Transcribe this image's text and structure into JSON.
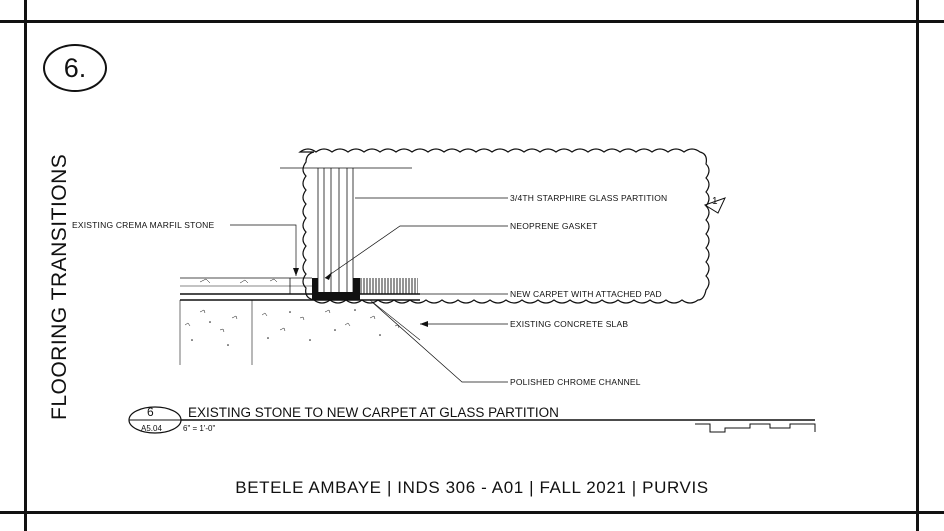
{
  "detail_number": "6.",
  "side_title": "FLOORING TRANSITIONS",
  "callouts": {
    "glass_partition": "3/4TH STARPHIRE GLASS PARTITION",
    "stone": "EXISTING CREMA MARFIL STONE",
    "gasket": "NEOPRENE GASKET",
    "carpet": "NEW CARPET WITH ATTACHED PAD",
    "slab": "EXISTING CONCRETE SLAB",
    "channel": "POLISHED CHROME CHANNEL"
  },
  "detail_tag": {
    "number": "6",
    "sheet": "A5.04",
    "title": "EXISTING STONE TO NEW CARPET AT GLASS PARTITION",
    "scale": "6\" = 1'-0\""
  },
  "revision": "1",
  "footer": "BETELE AMBAYE | INDS 306 - A01 | FALL 2021 | PURVIS"
}
